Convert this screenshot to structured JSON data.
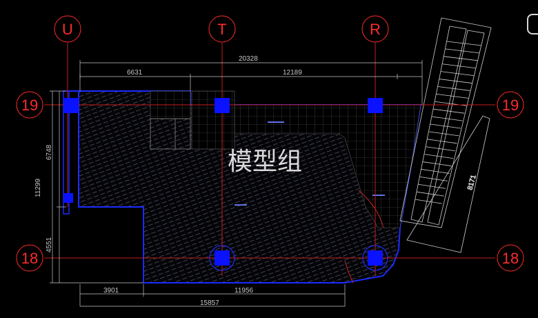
{
  "view": {
    "watermark": "模型组",
    "colors": {
      "background": "#000000",
      "grid_line": "#c81e1e",
      "grid_bubble": "#ff2b2b",
      "column": "#0a12ff",
      "outline": "#1c2bff",
      "hatch": "#3d3d4a",
      "dimension": "#c8c8c8",
      "stair": "#d0d0d0",
      "curve": "#c82828"
    }
  },
  "grid_axes": {
    "vertical": [
      {
        "label": "U"
      },
      {
        "label": "T"
      },
      {
        "label": "R"
      }
    ],
    "horizontal": [
      {
        "label": "19",
        "left": "19",
        "right": "19"
      },
      {
        "label": "18",
        "left": "18",
        "right": "18"
      }
    ]
  },
  "dimensions": {
    "top_total": "20328",
    "top_left": "6631",
    "top_right": "12189",
    "left_total": "11299",
    "left_upper": "6748",
    "left_lower": "4551",
    "bottom_left": "3901",
    "bottom_right": "11956",
    "bottom_total": "15857",
    "stair": "8171"
  }
}
